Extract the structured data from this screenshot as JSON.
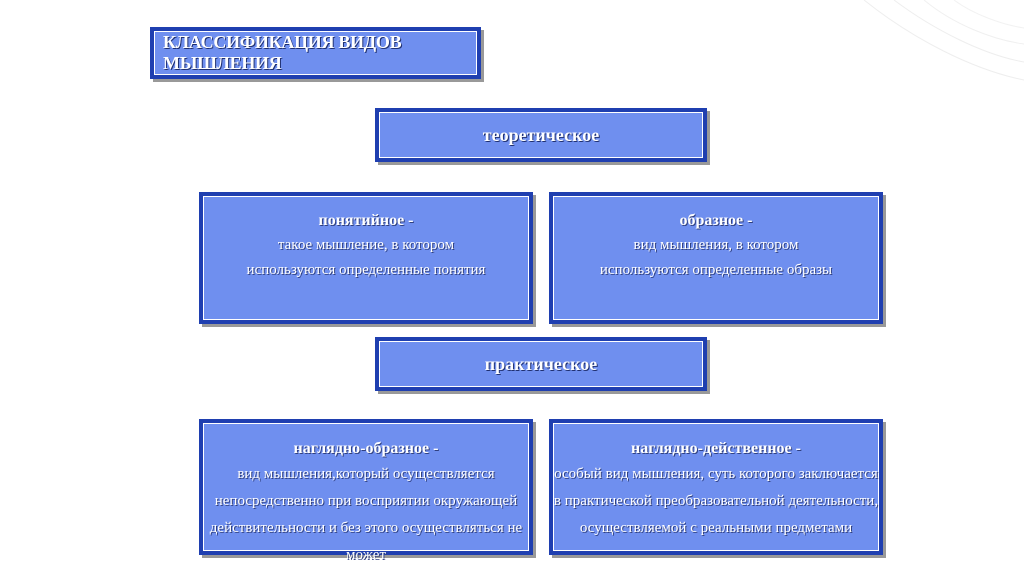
{
  "title": "КЛАССИФИКАЦИЯ ВИДОВ МЫШЛЕНИЯ",
  "theoretical": {
    "label": "теоретическое",
    "items": [
      {
        "head": "понятийное -",
        "lines": [
          "такое мышление, в котором",
          "используются определенные понятия"
        ]
      },
      {
        "head": "образное -",
        "lines": [
          "вид мышления, в котором",
          "используются определенные образы"
        ]
      }
    ]
  },
  "practical": {
    "label": "практическое",
    "items": [
      {
        "head": "наглядно-образное -",
        "lines": [
          "вид мышления,который осуществляется",
          "непосредственно при восприятии окружающей",
          "действительности и без этого осуществляться не может"
        ]
      },
      {
        "head": "наглядно-действенное -",
        "lines": [
          "особый вид мышления, суть которого заключается",
          "в практической преобразовательной деятельности,",
          "осуществляемой с реальными предметами"
        ]
      }
    ]
  },
  "colors": {
    "box_fill": "#6f8fef",
    "box_border": "#1f3fb0",
    "text": "#ffffff"
  }
}
